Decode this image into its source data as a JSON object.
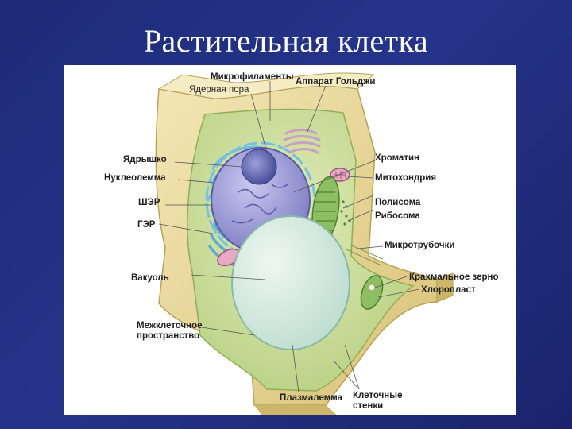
{
  "slide": {
    "title": "Растительная клетка"
  },
  "diagram": {
    "labels": {
      "microfilaments": "Микрофиламенты",
      "nuclear_pore": "Ядерная пора",
      "golgi": "Аппарат Гольджи",
      "nucleolus": "Ядрышко",
      "nucleolemma": "Нуклеолемма",
      "ser": "ШЭР",
      "rer": "ГЭР",
      "vacuole": "Вакуоль",
      "intercellular": "Межклеточное\nпространство",
      "chromatin": "Хроматин",
      "mitochondria": "Митохондрия",
      "polysome": "Полисома",
      "ribosome": "Рибосома",
      "microtubules": "Микротрубочки",
      "starch_grain": "Крахмальное зерно",
      "chloroplast": "Хлоропласт",
      "plasmalemma": "Плазмалемма",
      "cell_walls": "Клеточные\nстенки"
    },
    "colors": {
      "wall": "#e8d79a",
      "cytoplasm": "#cfe0a0",
      "nucleus": "#8f8fd0",
      "vacuole": "#cfe7dc",
      "er": "#7fc6e6"
    }
  }
}
